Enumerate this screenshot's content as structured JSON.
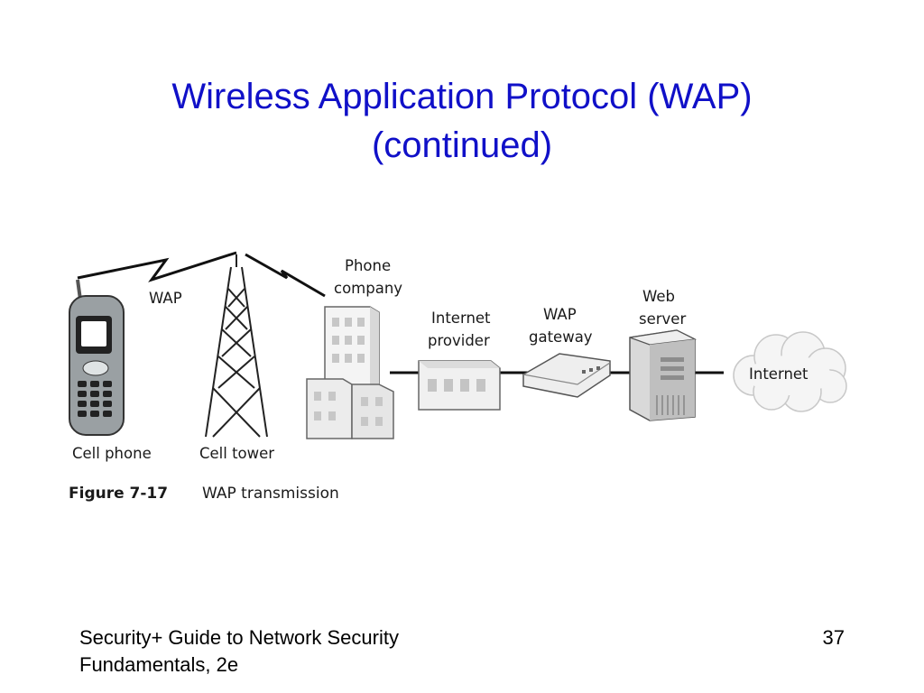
{
  "slide": {
    "title_line1": "Wireless Application Protocol (WAP)",
    "title_line2": "(continued)"
  },
  "figure": {
    "labels": {
      "wap_link": "WAP",
      "phone_company_line1": "Phone",
      "phone_company_line2": "company",
      "internet_provider_line1": "Internet",
      "internet_provider_line2": "provider",
      "wap_gateway_line1": "WAP",
      "wap_gateway_line2": "gateway",
      "web_server_line1": "Web",
      "web_server_line2": "server",
      "internet_cloud": "Internet",
      "cell_phone": "Cell phone",
      "cell_tower": "Cell tower"
    },
    "caption": {
      "number": "Figure 7-17",
      "text": "WAP transmission"
    },
    "icons": [
      "cell-phone-icon",
      "cell-tower-icon",
      "phone-company-building-icon",
      "internet-provider-building-icon",
      "wap-gateway-icon",
      "web-server-icon",
      "internet-cloud-icon",
      "lightning-link-icon"
    ]
  },
  "footer": {
    "source_line1": "Security+ Guide to Network Security",
    "source_line2": "Fundamentals, 2e",
    "page_number": "37"
  },
  "colors": {
    "title": "#1010c8",
    "text": "#000000"
  }
}
